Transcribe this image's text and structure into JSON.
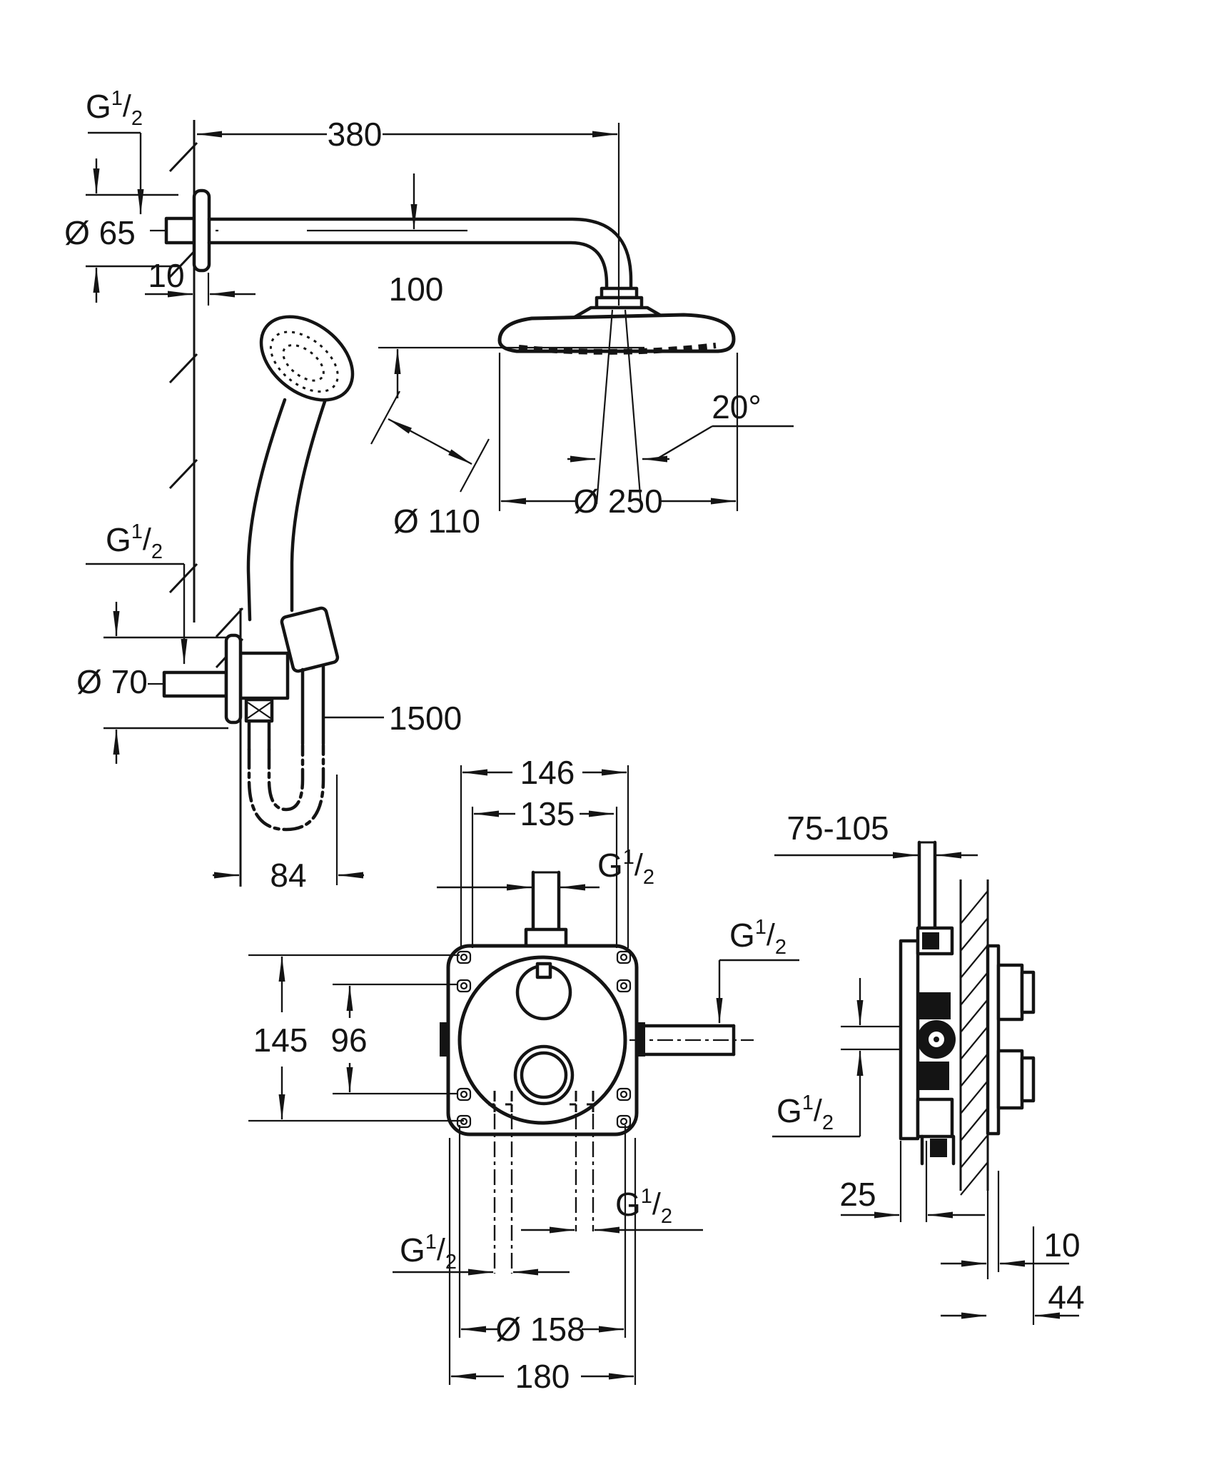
{
  "drawing": {
    "type": "technical-dimension-drawing",
    "subject": "concealed thermostatic shower set with head shower, hand shower and wall holder",
    "line_color": "#141414",
    "background_color": "#ffffff"
  },
  "thread_label": {
    "base": "G",
    "numerator": "1",
    "slash": "/",
    "denominator": "2"
  },
  "dimensions": {
    "arm_length": "380",
    "arm_flange_diameter": "Ø 65",
    "head_drop": "100",
    "wall_offset_top": "10",
    "spray_angle": "20°",
    "head_diameter": "Ø 250",
    "hand_shower_diameter": "Ø 110",
    "holder_flange_diameter": "Ø 70",
    "hose_length": "1500",
    "hose_offset": "84",
    "screw_spacing_outer_h": "146",
    "screw_spacing_inner_h": "135",
    "screw_spacing_outer_v": "145",
    "screw_spacing_inner_v": "96",
    "install_depth_range": "75-105",
    "body_section_depth": "25",
    "plate_thickness": "10",
    "knob_protrusion": "44",
    "plate_circle_diameter": "Ø 158",
    "plate_width": "180"
  }
}
